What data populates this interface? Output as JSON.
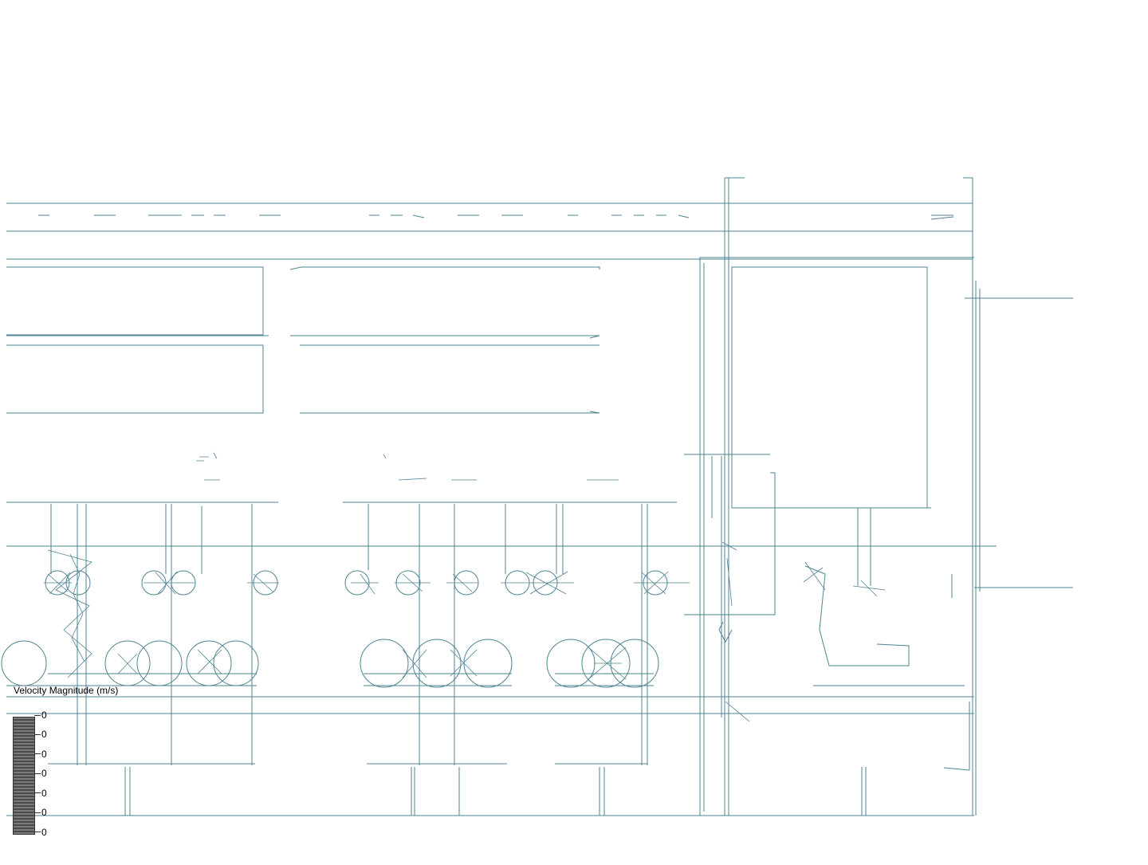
{
  "legend": {
    "title": "Velocity Magnitude (m/s)",
    "tick_labels": [
      "0",
      "0",
      "0",
      "0",
      "0",
      "0",
      "0"
    ]
  },
  "colors": {
    "wireframe": "#4f8393",
    "background": "#ffffff"
  }
}
